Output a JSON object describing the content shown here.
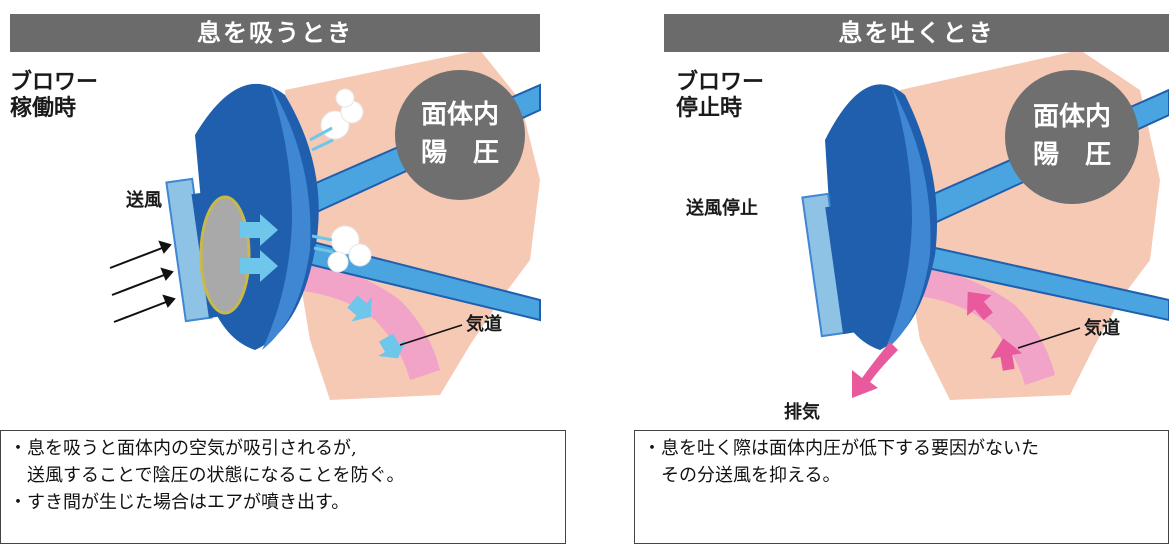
{
  "left": {
    "header": "息を吸うとき",
    "status_line1": "ブロワー",
    "status_line2": "稼働時",
    "airflow_label": "送風",
    "airway_label": "気道",
    "pressure_line1": "面体内",
    "pressure_line2": "陽　圧",
    "notes": [
      "・息を吸うと面体内の空気が吸引されるが,",
      "　送風することで陰圧の状態になることを防ぐ。",
      "・すき間が生じた場合はエアが噴き出す。"
    ]
  },
  "right": {
    "header": "息を吐くとき",
    "status_line1": "ブロワー",
    "status_line2": "停止時",
    "airflow_label": "送風停止",
    "airway_label": "気道",
    "exhaust_label": "排気",
    "pressure_line1": "面体内",
    "pressure_line2": "陽　圧",
    "notes": [
      "・息を吐く際は面体内圧が低下する要因がないた",
      "　その分送風を抑える。"
    ]
  },
  "colors": {
    "header_bg": "#6b6b6b",
    "skin": "#f6c9b5",
    "mask_blue": "#1f5fae",
    "mask_blue_light": "#3f86d3",
    "strap_blue": "#49a4e0",
    "airway_pink": "#f2a3c8",
    "arrow_light_blue": "#6ec7ea",
    "exhaust_pink": "#e85a9c",
    "circle_gray": "#6f6f6f"
  }
}
